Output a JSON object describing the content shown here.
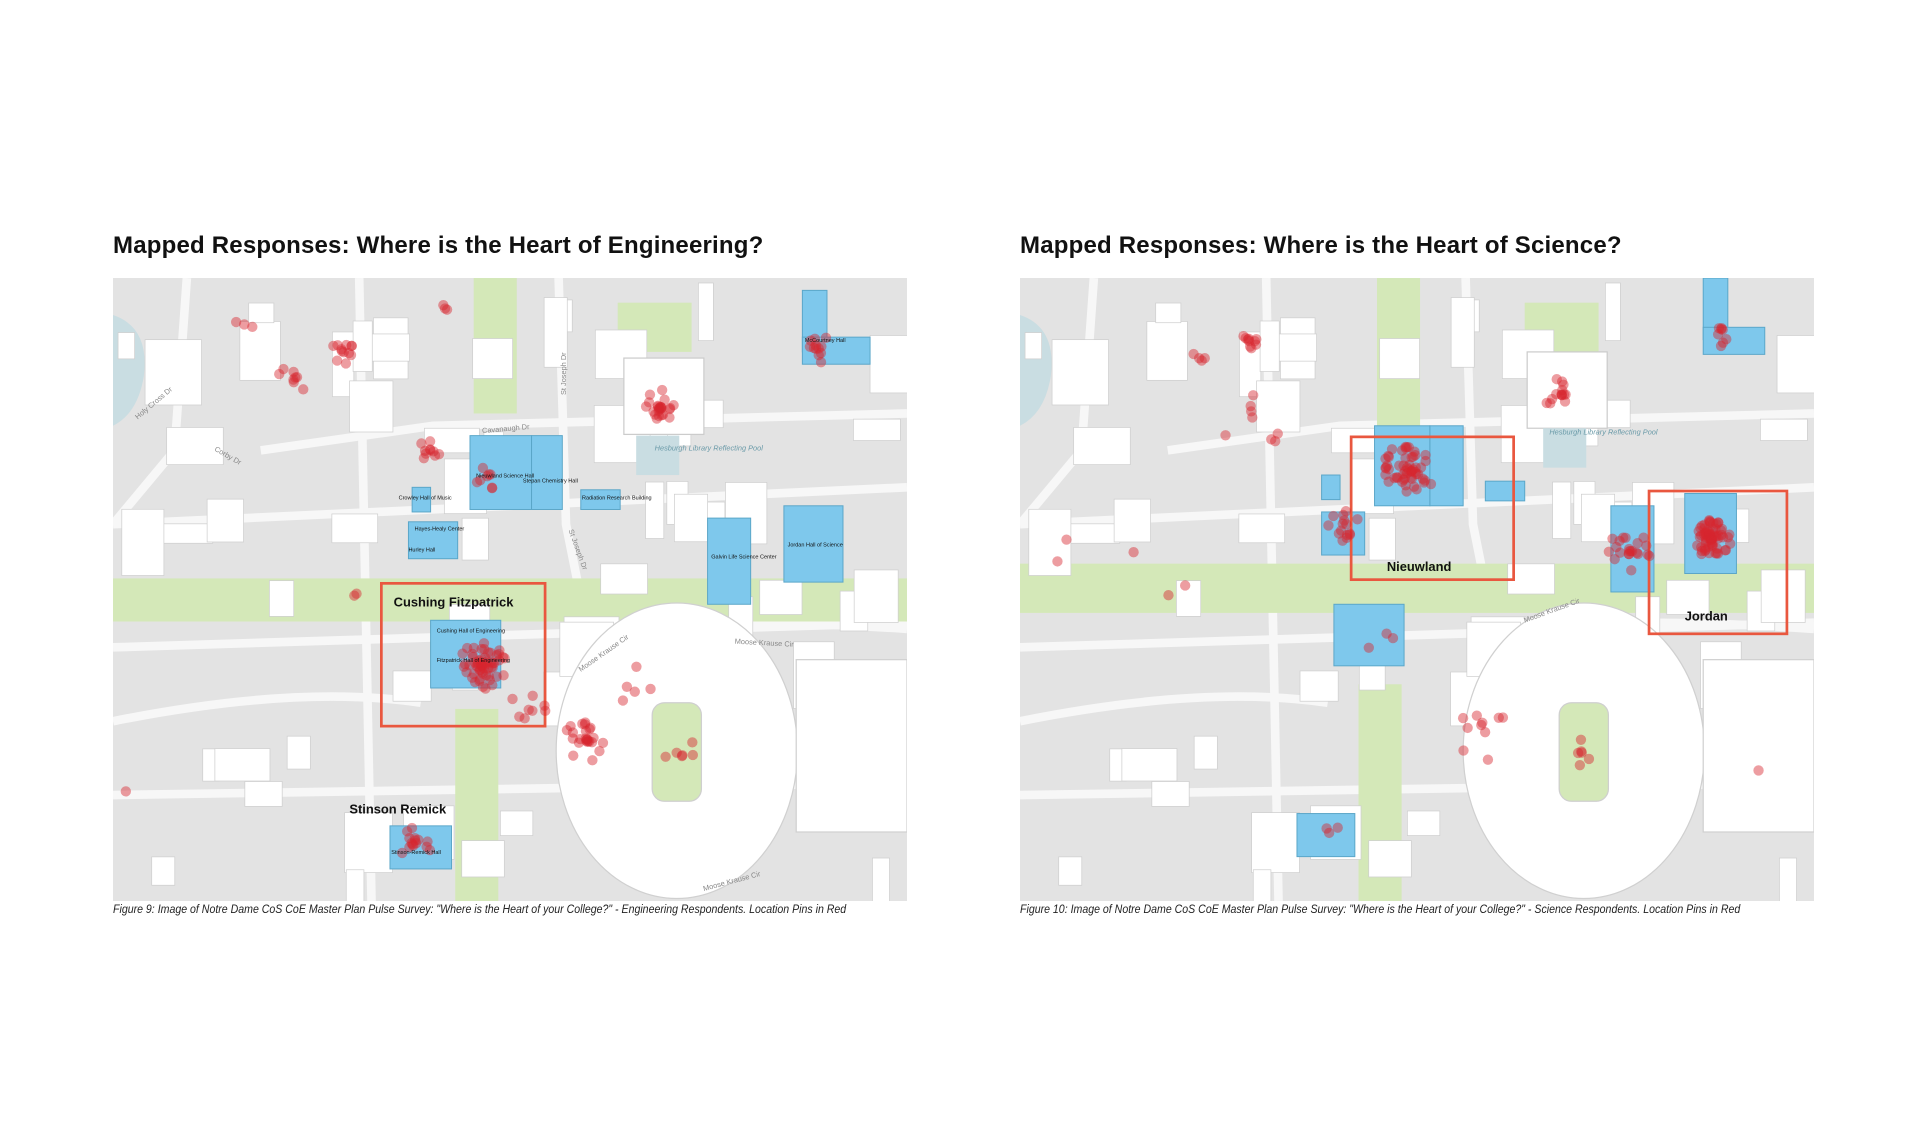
{
  "colors": {
    "map_bg": "#e3e3e3",
    "building": "#ffffff",
    "highlight_building": "#7ec8ec",
    "green": "#d4e8b8",
    "water": "#c9dde2",
    "pin": "#d7262e",
    "box": "#e9573f"
  },
  "figures": [
    {
      "title": "Mapped Responses: Where is the Heart of Engineering?",
      "caption": "Figure 9:  Image of Notre Dame CoS CoE Master Plan Pulse Survey: \"Where is the Heart of your College?\" - Engineering Respondents. Location Pins in Red",
      "highlight_labels": [
        "Cushing Fitzpatrick",
        "Stinson Remick"
      ],
      "building_labels": [
        "McCourtney Hall",
        "Nieuwland Science Hall",
        "Stepan Chemistry Hall",
        "Crowley Hall of Music",
        "Hayes-Healy Center",
        "Hurley Hall",
        "Radiation Research Building",
        "Galvin Life Science Center",
        "Jordan Hall of Science",
        "Cushing Hall of Engineering",
        "Fitzpatrick Hall of Engineering",
        "Stinson-Remick Hall"
      ],
      "road_labels": [
        "Holy Cross Dr",
        "Corby Dr",
        "Cavanaugh Dr",
        "St Joseph Dr",
        "St Joseph Dr",
        "Moose Krause Cir",
        "Moose Krause Cir",
        "Moose Krause Cir"
      ],
      "water_label": "Hesburgh Library Reflecting Pool"
    },
    {
      "title": "Mapped Responses: Where is the Heart of Science?",
      "caption": "Figure 10:  Image of Notre Dame CoS CoE Master Plan Pulse Survey: \"Where is the Heart of your College?\" - Science Respondents. Location Pins in Red",
      "highlight_labels": [
        "Nieuwland",
        "Jordan"
      ],
      "road_labels": [
        "Moose Krause Cir"
      ],
      "water_label": "Hesburgh Library Reflecting Pool"
    }
  ]
}
